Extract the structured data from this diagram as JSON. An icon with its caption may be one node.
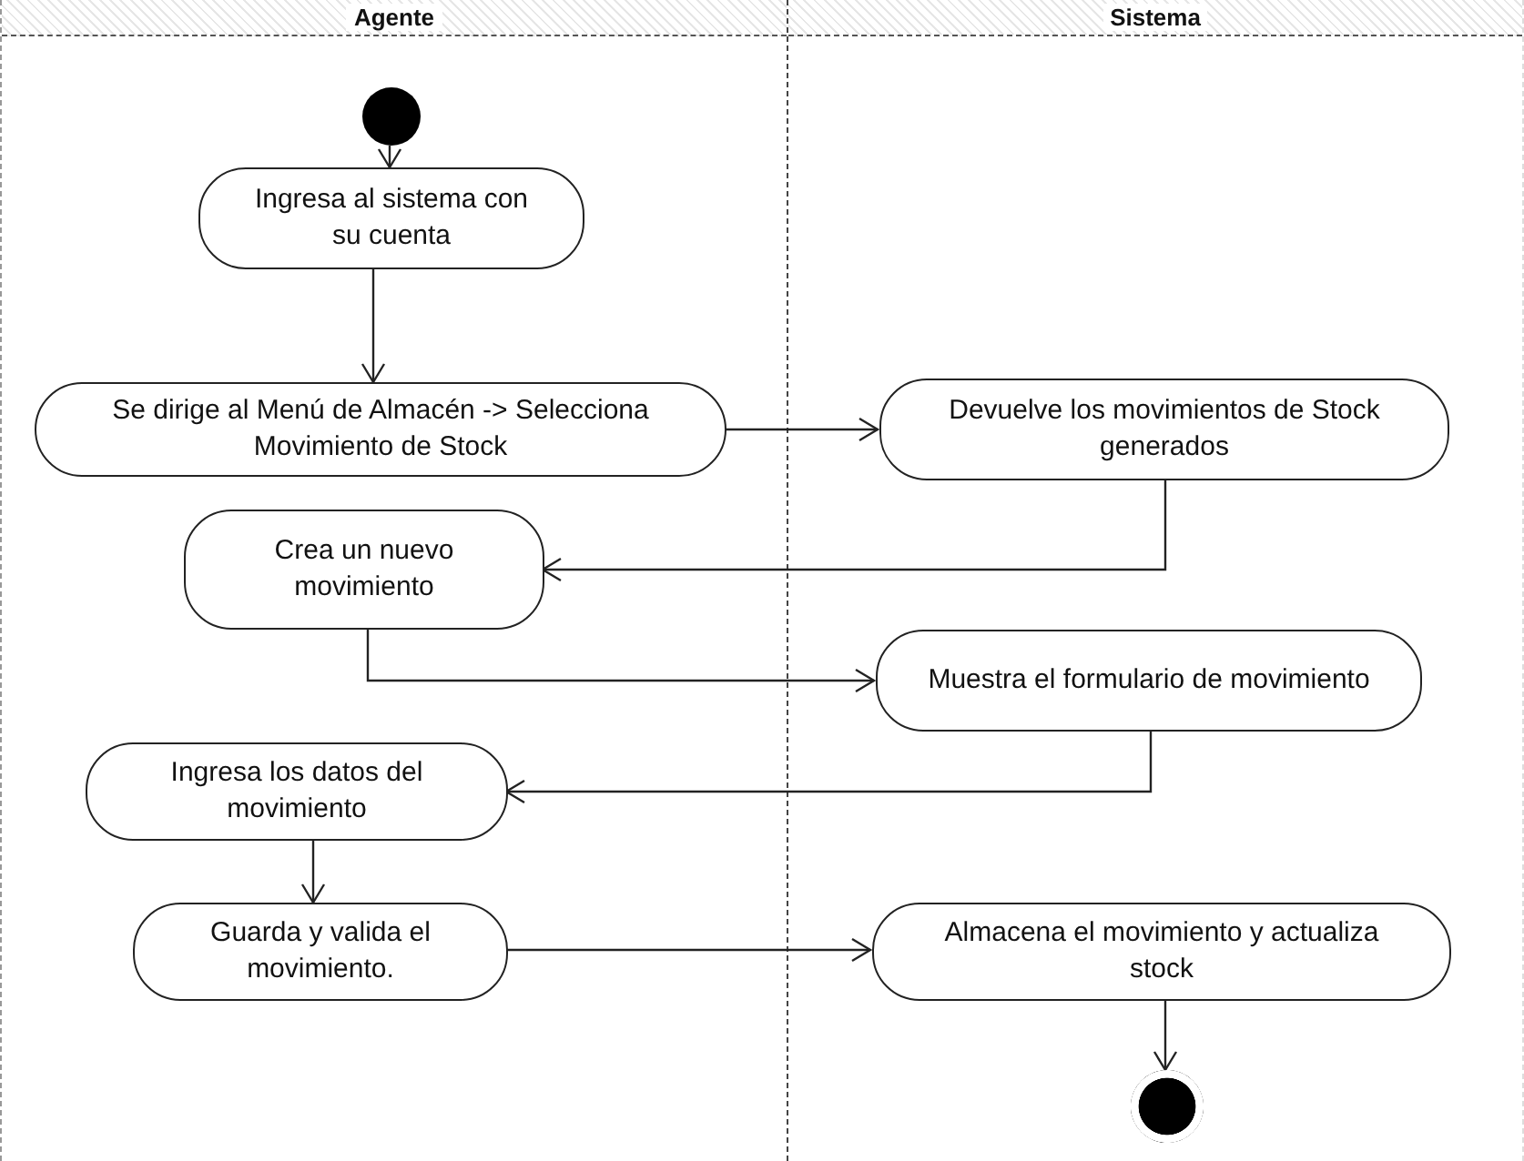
{
  "diagram": {
    "nodes": [
      {
        "text": [
          "Agente"
        ]
      },
      {
        "text": [
          "Sistema"
        ]
      },
      {
        "text": [],
        "shape": "circle",
        "in": 0
      },
      {
        "text": [
          "Ingresa al sistema con su cuenta"
        ],
        "in": 0
      },
      {
        "text": [
          "Se dirige al Menú de Almacén -> Selecciona Movimiento de Stock"
        ],
        "in": 0
      },
      {
        "text": [
          "Devuelve los movimientos de Stock generados"
        ],
        "in": 1
      },
      {
        "text": [
          "Crea un nuevo movimiento"
        ],
        "in": 0
      },
      {
        "text": [
          "Muestra el formulario de movimiento"
        ],
        "in": 1
      },
      {
        "text": [
          "Ingresa los datos del movimiento"
        ],
        "in": 0
      },
      {
        "text": [
          "Guarda y valida el movimiento."
        ],
        "in": 0
      },
      {
        "text": [
          "Almacena el movimiento y actualiza stock"
        ],
        "in": 1
      },
      {
        "text": [],
        "shape": "circle",
        "in": 1
      }
    ],
    "edges": [
      {
        "from": 2,
        "to": 3,
        "arrow": "to"
      },
      {
        "from": 3,
        "to": 4,
        "arrow": "to"
      },
      {
        "from": 4,
        "to": 5,
        "arrow": "to"
      },
      {
        "from": 5,
        "to": 6,
        "arrow": "to"
      },
      {
        "from": 6,
        "to": 7,
        "arrow": "to"
      },
      {
        "from": 7,
        "to": 8,
        "arrow": "to"
      },
      {
        "from": 8,
        "to": 9,
        "arrow": "to"
      },
      {
        "from": 9,
        "to": 10,
        "arrow": "to"
      },
      {
        "from": 10,
        "to": 11,
        "arrow": "to"
      }
    ]
  }
}
